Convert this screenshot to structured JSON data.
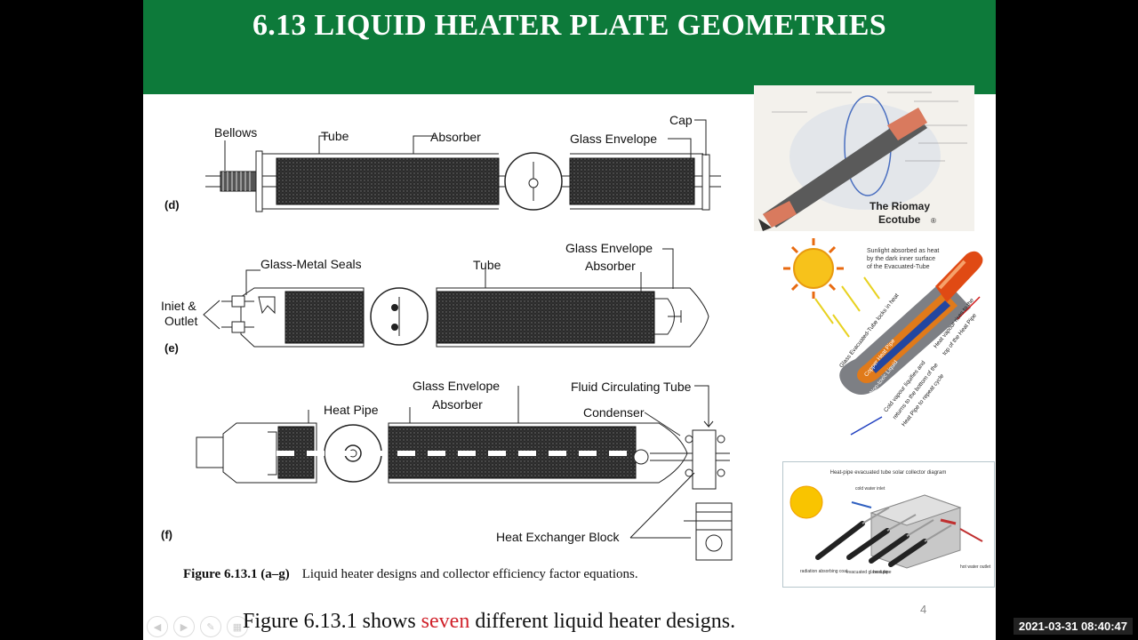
{
  "slide": {
    "title": "6.13 LIQUID HEATER PLATE GEOMETRIES",
    "page_number": "4",
    "bottom_text": {
      "before": "Figure 6.13.1 shows ",
      "highlight": "seven",
      "after": " different liquid heater designs."
    },
    "caption": {
      "figure_ref": "Figure 6.13.1 (a–g)",
      "text": "Liquid heater designs and collector efficiency factor equations."
    },
    "diagram_d": {
      "tag": "(d)",
      "labels": [
        "Bellows",
        "Tube",
        "Absorber",
        "Glass Envelope",
        "Cap"
      ]
    },
    "diagram_e": {
      "tag": "(e)",
      "labels": [
        "Glass-Metal Seals",
        "Tube",
        "Glass Envelope",
        "Absorber"
      ],
      "inlet_line1": "Iniet &",
      "inlet_line2": "Outlet"
    },
    "diagram_f": {
      "tag": "(f)",
      "labels": [
        "Glass Envelope",
        "Fluid Circulating Tube",
        "Heat Pipe",
        "Absorber",
        "Condenser",
        "Heat Exchanger  Block"
      ]
    },
    "riomay": {
      "line1": "The Riomay",
      "line2": "Ecotube"
    },
    "heatpipe_diagram": {
      "sun_text": [
        "Sunlight absorbed as heat",
        "by the dark inner surface",
        "of the Evacuated-Tube"
      ],
      "labels": [
        "Glass Evacuated-Tube locks in heat",
        "Copper Heat Pipe",
        "Non-toxic Liquid",
        "Heat vapour rises to the",
        "top of the Heat Pipe",
        "Cold vapour liquifies and",
        "returns to the bottom of the",
        "Heat Pipe to repeat cycle"
      ]
    },
    "collector_diagram": {
      "title": "Heat-pipe evacuated tube solar collector diagram",
      "labels": [
        "cold water inlet",
        "radiation absorbing coat",
        "evacuated glass tube",
        "heat pipe",
        "hot water outlet"
      ]
    }
  },
  "ui": {
    "timestamp": "2021-03-31  08:40:47"
  },
  "colors": {
    "title_bar": "#0d7a3a",
    "highlight": "#d0212a"
  }
}
